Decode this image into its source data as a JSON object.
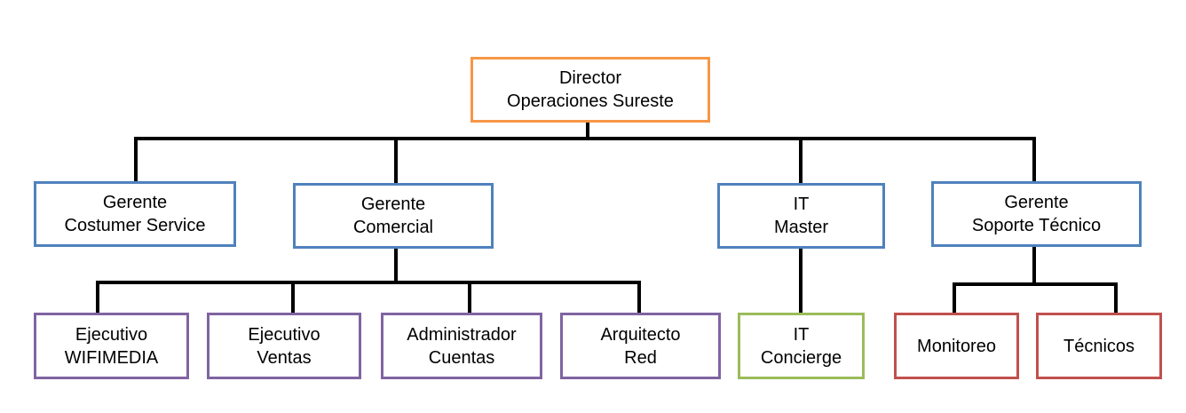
{
  "org_chart": {
    "director": {
      "line1": "Director",
      "line2": "Operaciones Sureste",
      "color": "#f79646"
    },
    "level2": [
      {
        "line1": "Gerente",
        "line2": "Costumer Service",
        "color": "#4f81bd"
      },
      {
        "line1": "Gerente",
        "line2": "Comercial",
        "color": "#4f81bd"
      },
      {
        "line1": "IT",
        "line2": "Master",
        "color": "#4f81bd"
      },
      {
        "line1": "Gerente",
        "line2": "Soporte Técnico",
        "color": "#4f81bd"
      }
    ],
    "level3_comercial": [
      {
        "line1": "Ejecutivo",
        "line2": "WIFIMEDIA",
        "color": "#8064a2"
      },
      {
        "line1": "Ejecutivo",
        "line2": "Ventas",
        "color": "#8064a2"
      },
      {
        "line1": "Administrador",
        "line2": "Cuentas",
        "color": "#8064a2"
      },
      {
        "line1": "Arquitecto",
        "line2": "Red",
        "color": "#8064a2"
      }
    ],
    "level3_it": {
      "line1": "IT",
      "line2": "Concierge",
      "color": "#9bbb59"
    },
    "level3_soporte": [
      {
        "label": "Monitoreo",
        "color": "#c0504d"
      },
      {
        "label": "Técnicos",
        "color": "#c0504d"
      }
    ]
  }
}
